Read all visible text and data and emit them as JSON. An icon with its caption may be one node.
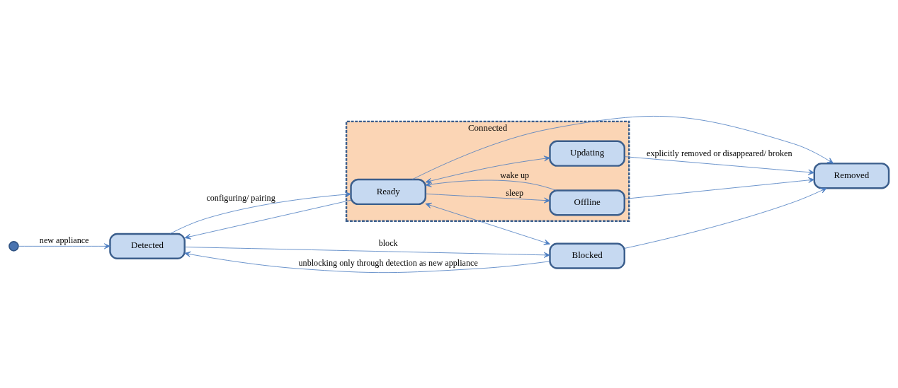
{
  "diagram": {
    "nodes": [
      {
        "text": [],
        "shape": "circle"
      },
      {
        "text": [
          "Detected"
        ]
      },
      {
        "text": [
          "Connected"
        ]
      },
      {
        "text": [
          "Ready"
        ],
        "in": 2
      },
      {
        "text": [
          "Offline"
        ],
        "in": 2
      },
      {
        "text": [
          "Updating"
        ],
        "in": 2
      },
      {
        "text": [
          "Blocked"
        ]
      },
      {
        "text": [
          "Removed"
        ]
      }
    ],
    "edges": [
      {
        "from": 0,
        "to": 1,
        "arrow": "to",
        "label": "new appliance"
      },
      {
        "from": 1,
        "to": 3,
        "arrow": "to",
        "label": "configuring/ pairing"
      },
      {
        "from": 3,
        "to": 1,
        "arrow": "to"
      },
      {
        "from": 3,
        "to": 4,
        "arrow": "to",
        "label": "sleep"
      },
      {
        "from": 4,
        "to": 3,
        "arrow": "to",
        "label": "wake up"
      },
      {
        "from": 3,
        "to": 5,
        "arrow": "both"
      },
      {
        "from": 1,
        "to": 6,
        "arrow": "to",
        "label": "block"
      },
      {
        "from": 3,
        "to": 6,
        "arrow": "both"
      },
      {
        "from": 6,
        "to": 1,
        "arrow": "to",
        "label": "unblocking only through detection as new appliance"
      },
      {
        "from": 6,
        "to": 7,
        "arrow": "to"
      },
      {
        "from": 3,
        "to": 7,
        "arrow": "to"
      },
      {
        "from": 5,
        "to": 7,
        "arrow": "to",
        "label": "explicitly removed or disappeared/ broken"
      },
      {
        "from": 4,
        "to": 7,
        "arrow": "to"
      }
    ]
  }
}
